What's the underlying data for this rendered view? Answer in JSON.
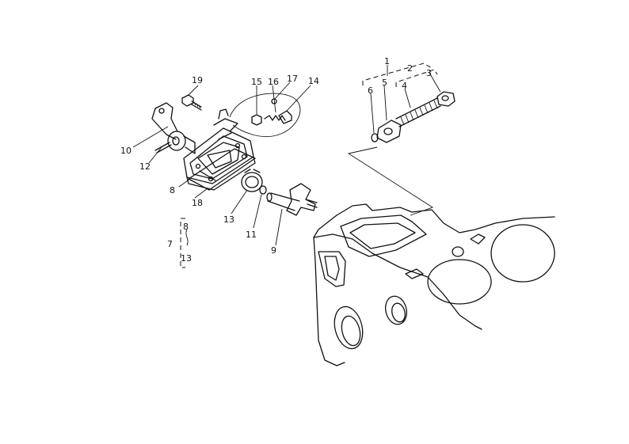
{
  "callouts": [
    {
      "id": "c1",
      "text": "1"
    },
    {
      "id": "c2",
      "text": "2"
    },
    {
      "id": "c3",
      "text": "3"
    },
    {
      "id": "c4",
      "text": "4"
    },
    {
      "id": "c5",
      "text": "5"
    },
    {
      "id": "c6",
      "text": "6"
    },
    {
      "id": "c7",
      "text": "7"
    },
    {
      "id": "c8",
      "text": "8"
    },
    {
      "id": "c8b",
      "text": "8"
    },
    {
      "id": "c9",
      "text": "9"
    },
    {
      "id": "c10",
      "text": "10"
    },
    {
      "id": "c11",
      "text": "11"
    },
    {
      "id": "c12",
      "text": "12"
    },
    {
      "id": "c13",
      "text": "13"
    },
    {
      "id": "c13b",
      "text": "13"
    },
    {
      "id": "c14",
      "text": "14"
    },
    {
      "id": "c15",
      "text": "15"
    },
    {
      "id": "c16",
      "text": "16"
    },
    {
      "id": "c17",
      "text": "17"
    },
    {
      "id": "c18",
      "text": "18"
    },
    {
      "id": "c19",
      "text": "19"
    }
  ]
}
